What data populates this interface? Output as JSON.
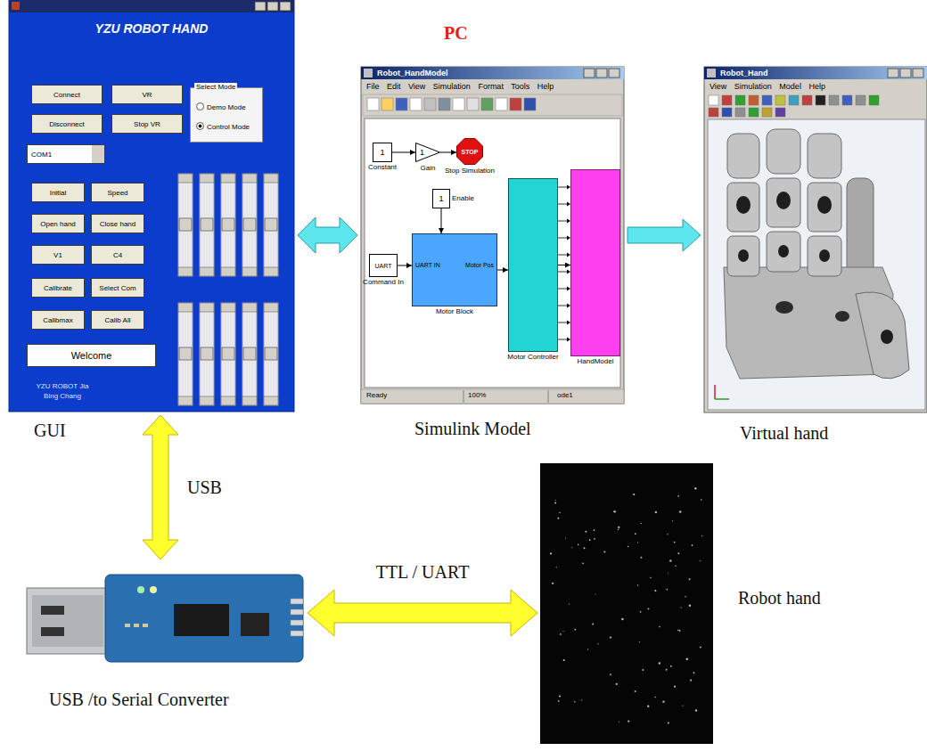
{
  "diagram": {
    "nodes": [
      {
        "text": [
          "YZU ROBOT HAND",
          "YZU ROBOT Jia Bing Chang",
          "GUI"
        ]
      },
      {
        "text": [
          "Connect"
        ],
        "in": 0
      },
      {
        "text": [
          "VR"
        ],
        "in": 0
      },
      {
        "text": [
          "Disconnect"
        ],
        "in": 0
      },
      {
        "text": [
          "Stop VR"
        ],
        "in": 0
      },
      {
        "text": [
          "Select Mode",
          "Demo Mode",
          "Control Mode"
        ],
        "in": 0
      },
      {
        "text": [
          "COM1"
        ],
        "in": 0
      },
      {
        "text": [
          "Initial"
        ],
        "in": 0
      },
      {
        "text": [
          "Speed"
        ],
        "in": 0
      },
      {
        "text": [
          "Open hand"
        ],
        "in": 0
      },
      {
        "text": [
          "Close hand"
        ],
        "in": 0
      },
      {
        "text": [
          "V1"
        ],
        "in": 0
      },
      {
        "text": [
          "C4"
        ],
        "in": 0
      },
      {
        "text": [
          "Calibrate"
        ],
        "in": 0
      },
      {
        "text": [
          "Select Com"
        ],
        "in": 0
      },
      {
        "text": [
          "Calibmax"
        ],
        "in": 0
      },
      {
        "text": [
          "Calib All"
        ],
        "in": 0
      },
      {
        "text": [
          "Welcome"
        ],
        "in": 0
      },
      {
        "text": [
          "Robot_HandModel",
          "File Edit View Simulation Format Tools Help",
          "Ready",
          "100%",
          "ode1",
          "Simulink Model"
        ]
      },
      {
        "text": [
          "1",
          "Constant"
        ],
        "in": 18
      },
      {
        "text": [
          "1",
          "Gain"
        ],
        "in": 18
      },
      {
        "text": [
          "STOP",
          "Stop Simulation"
        ],
        "in": 18
      },
      {
        "text": [
          "1",
          "Enable"
        ],
        "in": 18
      },
      {
        "text": [
          "UART",
          "Command In"
        ],
        "in": 18
      },
      {
        "text": [
          "UART IN",
          "Motor Pos",
          "Motor Block"
        ],
        "in": 18
      },
      {
        "text": [
          "Motor Controller"
        ],
        "in": 18
      },
      {
        "text": [
          "HandModel"
        ],
        "in": 18
      },
      {
        "text": [
          "Robot_Hand",
          "View Simulation Model Help",
          "Virtual hand"
        ]
      },
      {
        "text": [
          "USB /to Serial Converter"
        ]
      },
      {
        "text": [
          "Robot hand"
        ]
      }
    ],
    "edges": [
      {
        "from": 0,
        "to": 18,
        "arrow": "both"
      },
      {
        "from": 18,
        "to": 27,
        "arrow": "to"
      },
      {
        "from": 0,
        "to": 28,
        "label": "USB",
        "arrow": "both"
      },
      {
        "from": 28,
        "to": 29,
        "label": "TTL / UART",
        "arrow": "both"
      },
      {
        "from": 19,
        "to": 20,
        "arrow": "to"
      },
      {
        "from": 20,
        "to": 21,
        "arrow": "to"
      },
      {
        "from": 22,
        "to": 24,
        "arrow": "to"
      },
      {
        "from": 23,
        "to": 24,
        "arrow": "to"
      },
      {
        "from": 24,
        "to": 25,
        "arrow": "to"
      },
      {
        "from": 25,
        "to": 26,
        "arrow": "to"
      }
    ],
    "labels": [
      "PC"
    ]
  }
}
